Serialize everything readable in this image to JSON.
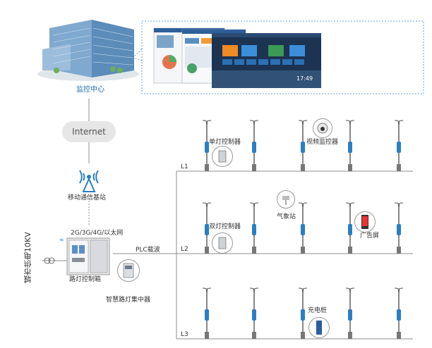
{
  "monitor_center": {
    "label": "监控中心",
    "clock": "17:49"
  },
  "internet": {
    "label": "Internet"
  },
  "base_station": {
    "label": "移动通信基站"
  },
  "network": {
    "label": "2G/3G/4G/以太网"
  },
  "city_power": {
    "label": "城市供电10KV"
  },
  "control_box": {
    "label": "路灯控制箱"
  },
  "concentrator": {
    "label": "智慧路灯集中器"
  },
  "plc": {
    "label": "PLC载波"
  },
  "lines": {
    "l1": "L1",
    "l2": "L2",
    "l3": "L3"
  },
  "devices": {
    "single_lamp": "单灯控制器",
    "video": "视频监控器",
    "dual_lamp": "双灯控制器",
    "weather": "气象站",
    "ad_screen": "广告屏",
    "charger": "充电桩"
  },
  "colors": {
    "accent": "#1e6fb0",
    "pole": "#2a7fc4",
    "line": "#8c8c8c"
  }
}
